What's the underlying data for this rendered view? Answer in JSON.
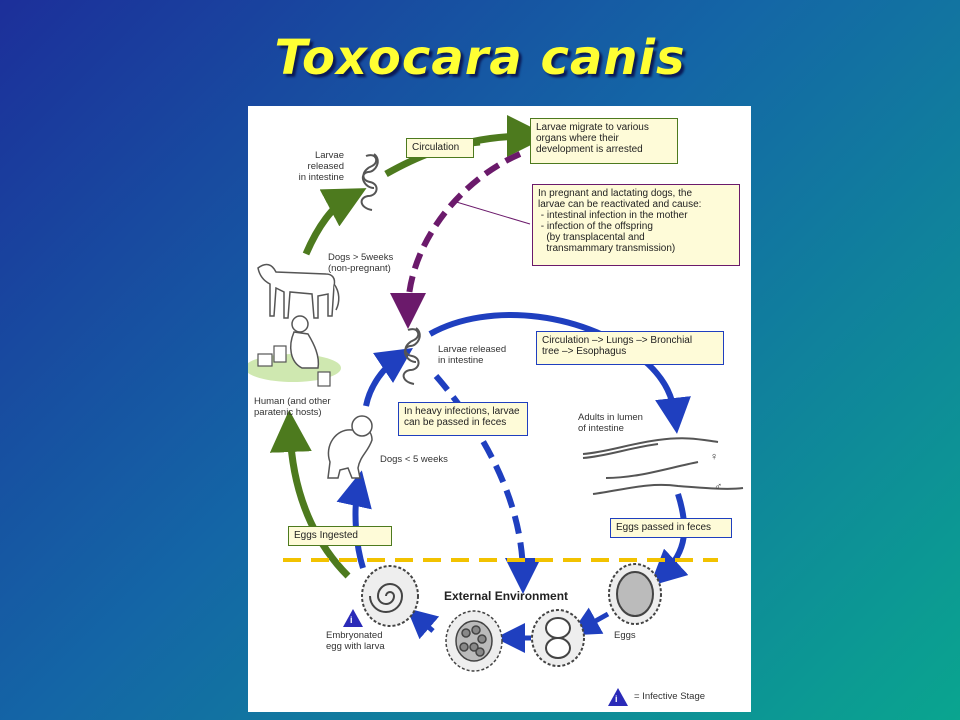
{
  "slide": {
    "title": "Toxocara canis"
  },
  "diagram": {
    "boxes": {
      "circulation": "Circulation",
      "larvae_migrate": "Larvae migrate to various\norgans where their\ndevelopment is arrested",
      "pregnant": "In pregnant and lactating dogs, the\nlarvae can be reactivated and cause:\n - intestinal infection in the mother\n - infection of the offspring\n   (by transplacental and\n   transmammary transmission)",
      "circulation_lungs": "Circulation –> Lungs –> Bronchial\ntree –> Esophagus",
      "heavy_infections": "In heavy infections, larvae\ncan be passed in feces",
      "eggs_passed": "Eggs passed in feces",
      "eggs_ingested": "Eggs Ingested"
    },
    "labels": {
      "larvae_released_intestine_top": "Larvae\nreleased\nin intestine",
      "dogs_over_5": "Dogs > 5weeks\n(non-pregnant)",
      "human_hosts": "Human (and other\nparatenic hosts)",
      "larvae_released_intestine_mid": "Larvae released\nin intestine",
      "adults_lumen": "Adults in lumen\nof intestine",
      "dogs_under_5": "Dogs < 5 weeks",
      "external_environment": "External Environment",
      "eggs": "Eggs",
      "embryonated_egg": "Embryonated\negg with larva",
      "infective_stage": "= Infective Stage",
      "female_symbol": "♀",
      "male_symbol": "♂",
      "infective_marker": "i"
    },
    "colors": {
      "green_arrow": "#4d7a1e",
      "blue_arrow": "#1f3fbf",
      "purple_arrow": "#6b1a6b",
      "boundary_line": "#f2c200",
      "box_fill": "#fefbd8"
    }
  }
}
